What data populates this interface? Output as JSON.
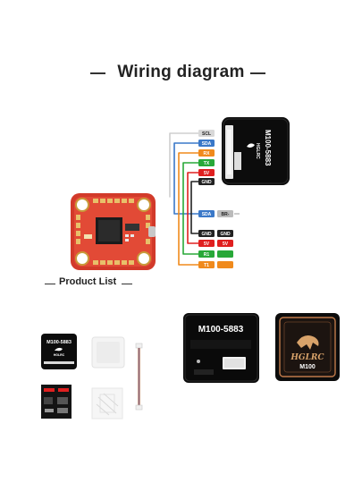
{
  "header": {
    "title": "Wiring diagram"
  },
  "section": {
    "product_list": "Product List"
  },
  "gps_module": {
    "model": "M100-5883",
    "brand": "HGLRC",
    "back_model": "M100"
  },
  "gps_pins": [
    {
      "label": "SCL",
      "color": "#d8d8d8"
    },
    {
      "label": "SDA",
      "color": "#3a78c8"
    },
    {
      "label": "RX",
      "color": "#f08a1c"
    },
    {
      "label": "TX",
      "color": "#28a838"
    },
    {
      "label": "5V",
      "color": "#e02020"
    },
    {
      "label": "GND",
      "color": "#222222"
    }
  ],
  "fc_pads": [
    {
      "left": "SDA",
      "right": "BR-",
      "color": "#3a78c8",
      "right_color": "#bbbbbb"
    },
    {
      "left": "GND",
      "right": "GND",
      "color": "#222222",
      "right_color": "#222222"
    },
    {
      "left": "5V",
      "right": "5V",
      "color": "#e02020",
      "right_color": "#e02020"
    },
    {
      "left": "R1",
      "right": "",
      "color": "#28a838",
      "right_color": "#28a838"
    },
    {
      "left": "T1",
      "right": "",
      "color": "#f08a1c",
      "right_color": "#f08a1c"
    }
  ]
}
